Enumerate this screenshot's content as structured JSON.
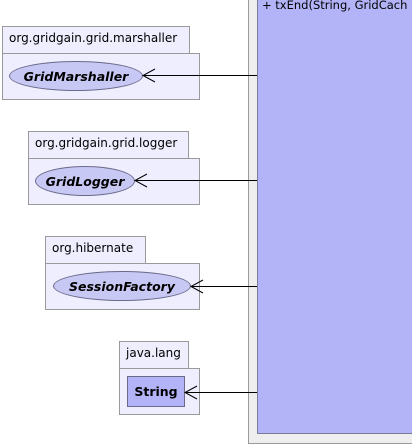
{
  "main_class": {
    "method": "+ txEnd(String, GridCach"
  },
  "dependencies": [
    {
      "package": "org.gridgain.grid.marshaller",
      "element": "GridMarshaller",
      "kind": "interface"
    },
    {
      "package": "org.gridgain.grid.logger",
      "element": "GridLogger",
      "kind": "interface"
    },
    {
      "package": "org.hibernate",
      "element": "SessionFactory",
      "kind": "interface"
    },
    {
      "package": "java.lang",
      "element": "String",
      "kind": "class"
    }
  ],
  "colors": {
    "package_fill": "#eeeeff",
    "interface_fill": "#c8c8f4",
    "class_fill": "#b3b3f7",
    "main_class_fill": "#b3b3f8"
  }
}
